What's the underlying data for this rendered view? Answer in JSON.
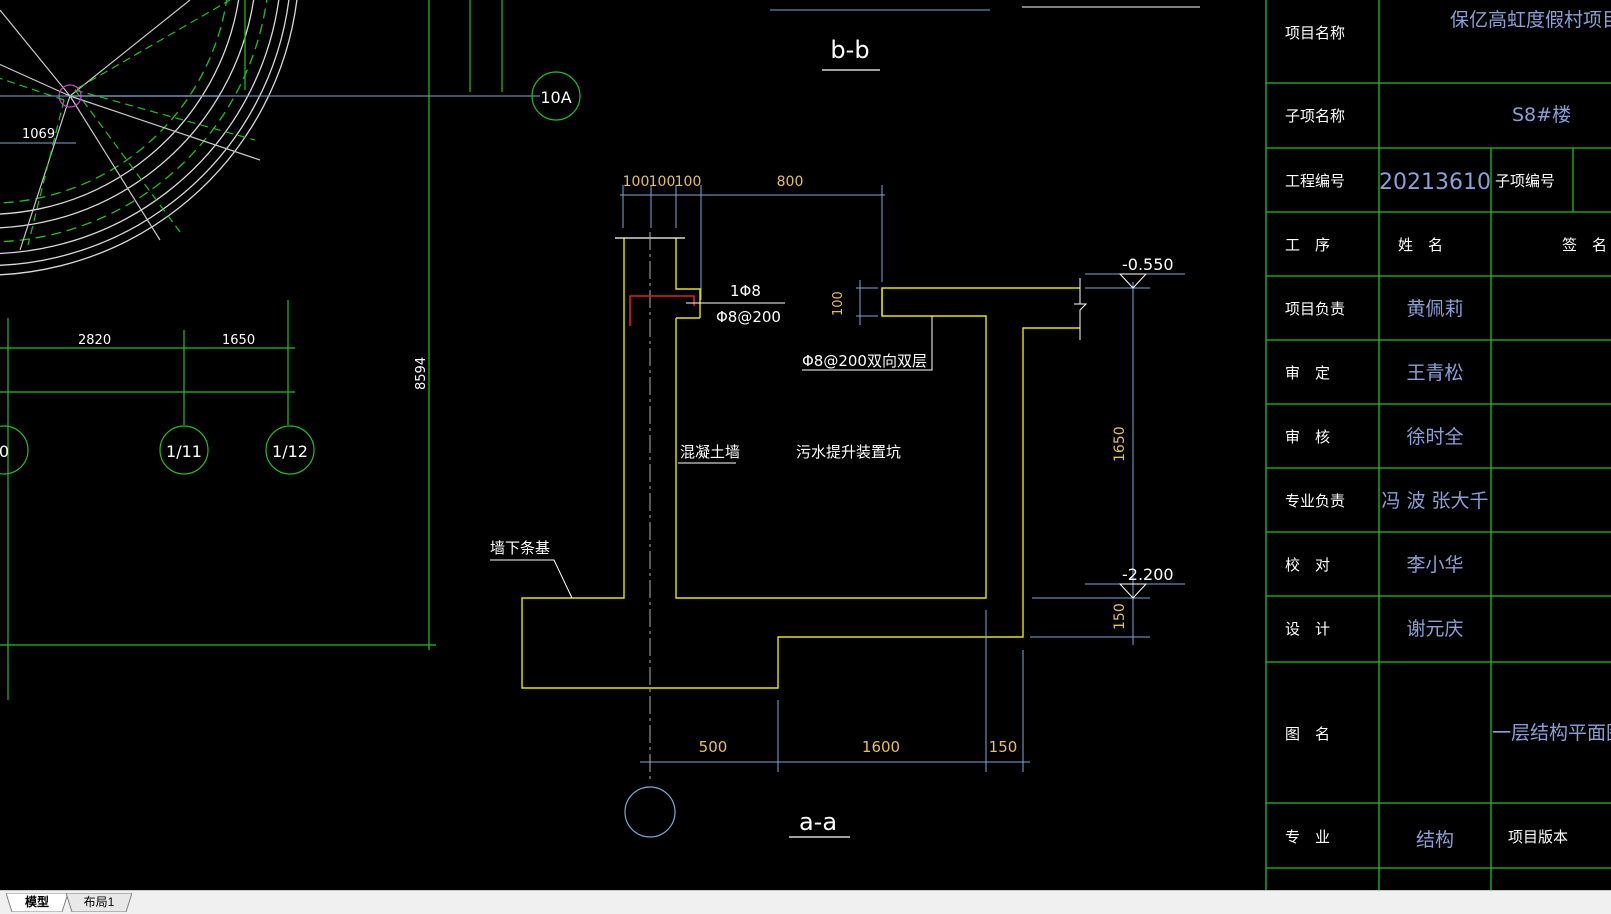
{
  "colors": {
    "background": "#000000",
    "wall": "#e6e600",
    "dimension": "#7aa7d6",
    "dim_text": "#e6c15a",
    "grid_green": "#20c020",
    "white_text": "#ffffff",
    "rebar_red": "#e02020",
    "title_text": "#8aa0d6"
  },
  "drawing": {
    "section_bb_label": "b-b",
    "section_aa_label": "a-a",
    "axis_10A": "10A",
    "axis_0": "0",
    "axis_1_11": "1/11",
    "axis_1_12": "1/12",
    "dim_1069": "1069",
    "dim_2820": "2820",
    "dim_1650_left": "1650",
    "dim_8594": "8594",
    "dims_top": [
      "100",
      "100",
      "100",
      "800"
    ],
    "dim_100_side": "100",
    "dim_1650_right": "1650",
    "dim_150_right": "150",
    "dims_bottom": [
      "500",
      "1600",
      "150"
    ],
    "elev_top": "-0.550",
    "elev_bottom": "-2.200",
    "rebar_1": "1Φ8",
    "rebar_2": "Φ8@200",
    "rebar_3": "Φ8@200双向双层",
    "label_wall": "混凝土墙",
    "label_pit": "污水提升装置坑",
    "label_footing": "墙下条基"
  },
  "title_block": {
    "project_name_label": "项目名称",
    "project_name_value": "保亿高虹度假村项目（一",
    "subproject_label": "子项名称",
    "subproject_value": "S8#楼",
    "project_no_label": "工程编号",
    "project_no_value": "20213610",
    "subitem_no_label": "子项编号",
    "process_label": "工　序",
    "name_header": "姓　名",
    "sign_header": "签　名",
    "rows": [
      {
        "role": "项目负责",
        "name": "黄佩莉"
      },
      {
        "role": "审　定",
        "name": "王青松"
      },
      {
        "role": "审　核",
        "name": "徐时全"
      },
      {
        "role": "专业负责",
        "name": "冯 波 张大千"
      },
      {
        "role": "校　对",
        "name": "李小华"
      },
      {
        "role": "设　计",
        "name": "谢元庆"
      }
    ],
    "drawing_name_label": "图　名",
    "drawing_name_value": "一层结构平面图",
    "discipline_label": "专　业",
    "discipline_value": "结构",
    "version_label": "项目版本"
  },
  "tabs": [
    {
      "label": "模型",
      "active": true
    },
    {
      "label": "布局1",
      "active": false
    }
  ]
}
